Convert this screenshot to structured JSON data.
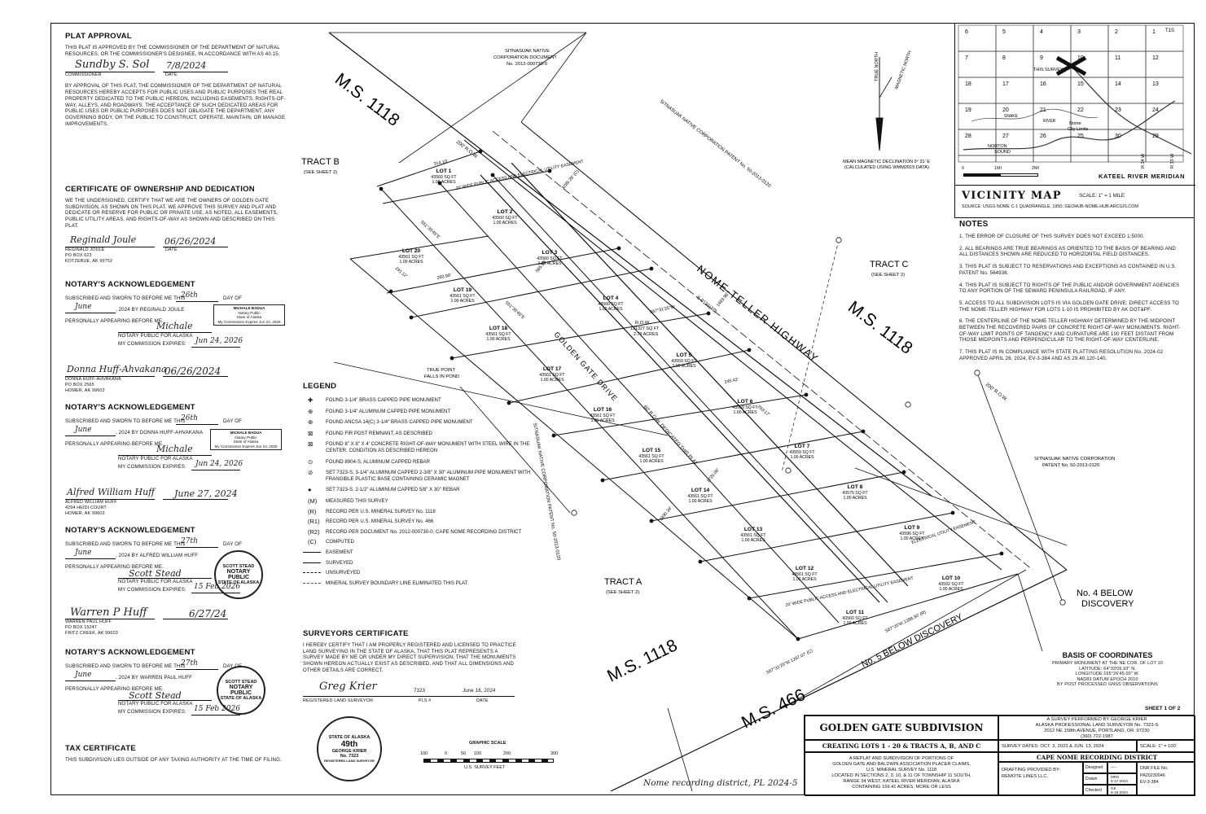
{
  "plat_approval": {
    "heading": "PLAT APPROVAL",
    "text1": "THIS PLAT IS APPROVED BY THE COMMISSIONER OF THE DEPARTMENT OF NATURAL RESOURCES, OR THE COMMISSIONER'S DESIGNEE, IN ACCORDANCE WITH AS 40.15.",
    "signature": "Sundby S. Sol",
    "date_handwritten": "7/8/2024",
    "sig_label": "COMMISSIONER",
    "date_label": "DATE",
    "text2": "BY APPROVAL OF THIS PLAT, THE COMMISSIONER OF THE DEPARTMENT OF NATURAL RESOURCES HEREBY ACCEPTS FOR PUBLIC USES AND PUBLIC PURPOSES THE REAL PROPERTY DEDICATED TO THE PUBLIC HEREON, INCLUDING EASEMENTS, RIGHTS-OF-WAY, ALLEYS, AND ROADWAYS. THE ACCEPTANCE OF SUCH DEDICATED AREAS FOR PUBLIC USES OR PUBLIC PURPOSES DOES NOT OBLIGATE THE DEPARTMENT, ANY GOVERNING BODY, OR THE PUBLIC TO CONSTRUCT, OPERATE, MAINTAIN, OR MANAGE IMPROVEMENTS."
  },
  "ownership": {
    "heading": "CERTIFICATE OF OWNERSHIP AND DEDICATION",
    "text": "WE THE UNDERSIGNED, CERTIFY THAT WE ARE THE OWNERS OF GOLDEN GATE SUBDIVISION, AS SHOWN ON THIS PLAT. WE APPROVE THIS SURVEY AND PLAT AND DEDICATE OR RESERVE FOR PUBLIC OR PRIVATE USE, AS NOTED, ALL EASEMENTS, PUBLIC UTILITY AREAS, AND RIGHTS-OF-WAY AS SHOWN AND DESCRIBED ON THIS PLAT.",
    "signer1_sig": "Reginald Joule",
    "signer1_date": "06/26/2024",
    "signer1_name": "REGINALD JOULE",
    "signer1_addr1": "PO BOX 623",
    "signer1_addr2": "KOTZEBUE, AK 99752",
    "date_label": "DATE",
    "signer2_sig": "Donna Huff-Ahvakana",
    "signer2_date": "06/26/2024",
    "signer2_name": "DONNA HUFF-AHVAKANA",
    "signer2_addr1": "PO BOX 2565",
    "signer2_addr2": "HOMER, AK 99603",
    "signer3_sig": "Alfred William Huff",
    "signer3_date": "June 27, 2024",
    "signer3_name": "ALFRED WILLIAM HUFF",
    "signer3_addr1": "4294 HEIDI COURT",
    "signer3_addr2": "HOMER, AK 99603",
    "signer4_sig": "Warren P Huff",
    "signer4_date": "6/27/24",
    "signer4_name": "WARREN PAUL HUFF",
    "signer4_addr1": "PO BOX 15247",
    "signer4_addr2": "FRITZ CREEK, AK 99603"
  },
  "notary": {
    "heading": "NOTARY'S ACKNOWLEDGEMENT",
    "line1": "SUBSCRIBED AND SWORN TO BEFORE ME THIS",
    "day_word": "DAY OF",
    "appearing": "PERSONALLY APPEARING BEFORE ME.",
    "public_label": "NOTARY PUBLIC FOR ALASKA",
    "expires_label": "MY COMMISSION EXPIRES:",
    "n1_day": "26th",
    "n1_month": "June",
    "n1_by": ", 2024 BY REGINALD JOULE",
    "n1_exp": "Jun 24, 2026",
    "n2_day": "26th",
    "n2_month": "June",
    "n2_by": ", 2024 BY DONNA HUFF-AHVAKANA",
    "n2_exp": "Jun 24, 2026",
    "n3_day": "27th",
    "n3_month": "June",
    "n3_by": ", 2024 BY ALFRED WILLIAM HUFF",
    "n3_exp": "15 Feb 2026",
    "n4_day": "27th",
    "n4_month": "June",
    "n4_by": ", 2024 BY WARREN PAUL HUFF",
    "n4_exp": "15 Feb 2026",
    "stamp_name": "MICHALE BADUA",
    "stamp_l2": "Notary Public",
    "stamp_l3": "State of Alaska",
    "stamp_l4": "My Commission Expires Jun 24, 2026",
    "seal_top": "SCOTT STEAD",
    "seal_mid": "NOTARY PUBLIC",
    "seal_bot": "STATE OF ALASKA"
  },
  "tax": {
    "heading": "TAX CERTIFICATE",
    "text": "THIS SUBDIVISION LIES OUTSIDE OF ANY TAXING AUTHORITY AT THE TIME OF FILING."
  },
  "legend": {
    "heading": "LEGEND",
    "items": [
      "FOUND 3-1/4\" BRASS CAPPED PIPE MONUMENT",
      "FOUND 3-1/4\" ALUMINUM CAPPED PIPE MONUMENT",
      "FOUND ANCSA 14(C) 3-1/4\" BRASS CAPPED PIPE MONUMENT",
      "FOUND FIR POST REMNANT, AS DESCRIBED",
      "FOUND 8\" X 8\" X 4' CONCRETE RIGHT-OF-WAY MONUMENT WITH STEEL WIRE IN THE CENTER, CONDITION AS DESCRIBED HEREON",
      "FOUND 8904-S, ALUMINUM CAPPED REBAR",
      "SET 7323-S, 3-1/4\" ALUMINUM CAPPED 2-3/8\" X 30\" ALUMINUM PIPE MONUMENT WITH FRANGIBLE PLASTIC BASE CONTAINING CERAMIC MAGNET",
      "SET 7323-S, 2-1/2\" ALUMINUM CAPPED 5/8\" X 30\" REBAR",
      "MEASURED THIS SURVEY",
      "RECORD PER U.S. MINERAL SURVEY No. 1118",
      "RECORD PER U.S. MINERAL SURVEY No. 466",
      "RECORD PER DOCUMENT No. 2012-000730-0, CAPE NOME RECORDING DISTRICT",
      "COMPUTED",
      "EASEMENT",
      "SURVEYED",
      "UNSURVEYED",
      "MINERAL SURVEY BOUNDARY LINE ELIMINATED THIS PLAT"
    ],
    "keys": [
      "(M)",
      "(R)",
      "(R1)",
      "(R2)",
      "(C)"
    ]
  },
  "surveyor": {
    "heading": "SURVEYORS CERTIFICATE",
    "text": "I HEREBY CERTIFY THAT I AM PROPERLY REGISTERED AND LICENSED TO PRACTICE LAND SURVEYING IN THE STATE OF ALASKA, THAT THIS PLAT REPRESENTS A SURVEY MADE BY ME OR UNDER MY DIRECT SUPERVISION, THAT THE MONUMENTS SHOWN HEREON ACTUALLY EXIST AS DESCRIBED, AND THAT ALL DIMENSIONS AND OTHER DETAILS ARE CORRECT.",
    "signature": "Greg Krier",
    "pls": "7323",
    "date": "June 18, 2024",
    "sig_label": "REGISTERED LAND SURVEYOR",
    "pls_label": "PLS #",
    "date_label": "DATE",
    "seal_l1": "STATE OF ALASKA",
    "seal_l2": "49th",
    "seal_l3": "GEORGE KRIER",
    "seal_l4": "No. 7323",
    "seal_l5": "REGISTERED LAND SURVEYOR"
  },
  "graphic_scale": {
    "title": "GRAPHIC SCALE",
    "ticks": [
      "100",
      "0",
      "50",
      "100",
      "200",
      "300"
    ],
    "unit": "U.S. SURVEY FEET"
  },
  "handwritten_note": "Nome recording district, PL 2024-5",
  "map": {
    "ms1118_nw": "M.S. 1118",
    "ms1118_e": "M.S. 1118",
    "ms1118_sw": "M.S. 1118",
    "ms466": "M.S. 466",
    "tract_a": "TRACT A",
    "tract_b": "TRACT B",
    "tract_c": "TRACT C",
    "see_sheet": "(SEE SHEET 2)",
    "highway": "NOME-TELLER HIGHWAY",
    "highway_sub": "S-0131(10)",
    "golden_gate_drive": "GOLDEN GATE DRIVE",
    "row_200": "200' R.O.W.",
    "row_60": "60' R.O.W. DEDICATED THIS PLAT",
    "sitnasuak_doc": "SITNASUAK NATIVE CORPORATION DOCUMENT No. 2012-000730-0",
    "sitnasuak_patent_top": "SITNASUAK NATIVE CORPORATION PATENT No. 50-2013-0120",
    "sitnasuak_patent_right": "SITNASUAK NATIVE CORPORATION PATENT No. 50-2013-0120",
    "sitnasuak_patent_left": "SITNASUAK NATIVE CORPORATION PATENT No. 50-2013-0120",
    "no4": "No. 4 BELOW DISCOVERY",
    "no5": "No. 5 BELOW DISCOVERY",
    "true_point": "TRUE POINT FALLS IN POND",
    "true_north": "TRUE NORTH",
    "mag_north": "MAGNETIC NORTH",
    "declination": "MEAN MAGNETIC DECLINATION 9° 31' E",
    "declination2": "(CALCULATED USING WMM2015 DATA)",
    "easement_label": "20' WIDE PUBLIC ACCESS AND ELECTRICAL UTILITY EASEMENT",
    "elec_easement": "ELECTRICAL UTILITY EASEMENT",
    "row_lot": "R.O.W.",
    "row_lot_area": "121327 SQ FT",
    "row_lot_acres": "2.79 ACRES",
    "lots": [
      {
        "name": "LOT 1",
        "sqft": "43560 SQ FT",
        "ac": "1.00 ACRES"
      },
      {
        "name": "LOT 2",
        "sqft": "43560 SQ FT",
        "ac": "1.00 ACRES"
      },
      {
        "name": "LOT 3",
        "sqft": "43560 SQ FT",
        "ac": "1.00 ACRES"
      },
      {
        "name": "LOT 4",
        "sqft": "43560 SQ FT",
        "ac": "1.00 ACRES"
      },
      {
        "name": "LOT 5",
        "sqft": "43559 SQ FT",
        "ac": "1.00 ACRES"
      },
      {
        "name": "LOT 6",
        "sqft": "43559 SQ FT",
        "ac": "1.00 ACRES"
      },
      {
        "name": "LOT 7",
        "sqft": "43559 SQ FT",
        "ac": "1.00 ACRES"
      },
      {
        "name": "LOT 8",
        "sqft": "43575 SQ FT",
        "ac": "1.00 ACRES"
      },
      {
        "name": "LOT 9",
        "sqft": "43596 SQ FT",
        "ac": "1.00 ACRES"
      },
      {
        "name": "LOT 10",
        "sqft": "43592 SQ FT",
        "ac": "1.00 ACRES"
      },
      {
        "name": "LOT 11",
        "sqft": "43560 SQ FT",
        "ac": "1.00 ACRES"
      },
      {
        "name": "LOT 12",
        "sqft": "43561 SQ FT",
        "ac": "1.00 ACRES"
      },
      {
        "name": "LOT 13",
        "sqft": "43561 SQ FT",
        "ac": "1.00 ACRES"
      },
      {
        "name": "LOT 14",
        "sqft": "43561 SQ FT",
        "ac": "1.00 ACRES"
      },
      {
        "name": "LOT 15",
        "sqft": "43561 SQ FT",
        "ac": "1.00 ACRES"
      },
      {
        "name": "LOT 16",
        "sqft": "43561 SQ FT",
        "ac": "1.00 ACRES"
      },
      {
        "name": "LOT 17",
        "sqft": "43561 SQ FT",
        "ac": "1.00 ACRES"
      },
      {
        "name": "LOT 18",
        "sqft": "43561 SQ FT",
        "ac": "1.00 ACRES"
      },
      {
        "name": "LOT 19",
        "sqft": "43561 SQ FT",
        "ac": "1.00 ACRES"
      },
      {
        "name": "LOT 20",
        "sqft": "43561 SQ FT",
        "ac": "1.00 ACRES"
      }
    ],
    "bearing_a": "S67°31'25\"W",
    "bearing_b": "S51°35'45\"E",
    "dim_314": "314.10'",
    "dim_260": "260.90'",
    "dim_245": "245.42'",
    "dim_191": "191.12'",
    "dim_203": "203.17'",
    "dim_1483": "1483.96'",
    "dim_3285": "3285.26' (C)",
    "dim_1720": "1720.06'",
    "dim_1890": "1890.34'",
    "dim_1287": "S67°31'25\"W 1287.07' (C)",
    "dim_1288": "S67°25'W 1288.30' (R)",
    "dim_565": "565.97'"
  },
  "vicinity": {
    "title": "VICINITY MAP",
    "scale": "SCALE: 1\" = 1 MILE",
    "source": "SOURCE: USGS NOME C-1 QUADRANGLE, 1950; GEOHUB-NOME.HUB.ARCGIS.COM",
    "meridian": "KATEEL RIVER MERIDIAN",
    "this_survey": "THIS SURVEY",
    "nome": "Nome",
    "city_limits": "City Limits",
    "norton": "NORTON",
    "sound": "SOUND",
    "snake": "SNAKE",
    "river": "RIVER",
    "tis": "T1S",
    "r34w": "R 34 W",
    "r33w": "R 33 W",
    "bar": [
      "0",
      "1MI",
      "2MI"
    ],
    "sections": [
      "6",
      "5",
      "4",
      "3",
      "2",
      "1",
      "7",
      "8",
      "9",
      "10",
      "11",
      "12",
      "18",
      "17",
      "16",
      "15",
      "14",
      "13",
      "19",
      "20",
      "21",
      "22",
      "23",
      "24",
      "28",
      "27",
      "26",
      "25",
      "30",
      "29"
    ]
  },
  "notes": {
    "heading": "NOTES",
    "items": [
      "1. THE ERROR OF CLOSURE OF THIS SURVEY DOES NOT EXCEED 1:5000.",
      "2. ALL BEARINGS ARE TRUE BEARINGS AS ORIENTED TO THE BASIS OF BEARING AND ALL DISTANCES SHOWN ARE REDUCED TO HORIZONTAL FIELD DISTANCES.",
      "3. THIS PLAT IS SUBJECT TO RESERVATIONS AND EXCEPTIONS AS CONTAINED IN U.S. PATENT No. 564938.",
      "4. THIS PLAT IS SUBJECT TO RIGHTS OF THE PUBLIC AND/OR GOVERNMENT AGENCIES TO ANY PORTION OF THE SEWARD PENINSULA RAILROAD, IF ANY.",
      "5. ACCESS TO ALL SUBDIVISION LOTS IS VIA GOLDEN GATE DRIVE; DIRECT ACCESS TO THE NOME-TELLER HIGHWAY FOR LOTS 1-10 IS PROHIBITED BY AK DOT&PF.",
      "6. THE CENTERLINE OF THE NOME TELLER HIGHWAY DETERMINED BY THE MIDPOINT BETWEEN THE RECOVERED PAIRS OF CONCRETE RIGHT-OF-WAY MONUMENTS. RIGHT-OF-WAY LIMIT POINTS OF TANGENCY AND CURVATURE ARE 100 FEET DISTANT FROM THOSE MIDPOINTS AND PERPENDICULAR TO THE RIGHT-OF-WAY CENTERLINE.",
      "7. THIS PLAT IS IN COMPLIANCE WITH STATE PLATTING RESOLUTION No. 2024-02 APPROVED APRIL 26, 2024, EV-3-384 AND AS 29.40.120-140."
    ]
  },
  "basis": {
    "heading": "BASIS OF COORDINATES",
    "l1": "PRIMARY MONUMENT AT THE NE COR. OF LOT 10",
    "l2": "LATITUDE: 64°33'06.93\" N.",
    "l3": "LONGITUDE:165°26'45.00\" W.",
    "l4": "NAD83 DATUM EPOCH 2010",
    "l5": "BY POST PROCESSED GNSS OBSERVATIONS"
  },
  "title_block": {
    "sheet": "SHEET 1 OF 2",
    "name": "GOLDEN GATE SUBDIVISION",
    "creating": "CREATING LOTS 1 - 20 & TRACTS A, B, AND C",
    "desc1": "A REPLAT AND SUBDIVISION OF PORTIONS OF",
    "desc2": "GOLDEN GATE AND BALDWIN ASSOCIATION PLACER CLAIMS,",
    "desc3": "U.S. MINERAL SURVEY No. 1118",
    "desc4": "LOCATED IN SECTIONS 2, 3, 10, & 11 OF TOWNSHIP 11 SOUTH,",
    "desc5": "RANGE 34 WEST, KATEEL RIVER MERIDIAN, ALASKA",
    "desc6": "CONTAINING 159.41 ACRES, MORE OR LESS",
    "by1": "A SURVEY PERFORMED BY GEORGE KRIER",
    "by2": "ALASKA PROFESSIONAL LAND SURVEYOR No. 7323-S",
    "by3": "2012 NE 158th AVENUE, PORTLAND, OR. 97230",
    "by4": "(360) 722-1987",
    "dates": "SURVEY DATES: OCT. 3, 2023 & JUN. 13, 2024",
    "scale": "SCALE: 1\" = 100'",
    "district": "CAPE NOME RECORDING DISTRICT",
    "drafting": "DRAFTING PROVIDED BY:",
    "remote": "REMOTE LINES LLC.",
    "designed": "Designed",
    "designed_v": "----",
    "drawn": "Drawn",
    "drawn_v": "MRS",
    "drawn_d": "5-17-2024",
    "checked": "Checked",
    "checked_v": "GK",
    "checked_d": "5-18-2024",
    "dnr": "DNR FILE No.",
    "dnr_v": "PA20230046",
    "ev": "EV-3-384"
  }
}
